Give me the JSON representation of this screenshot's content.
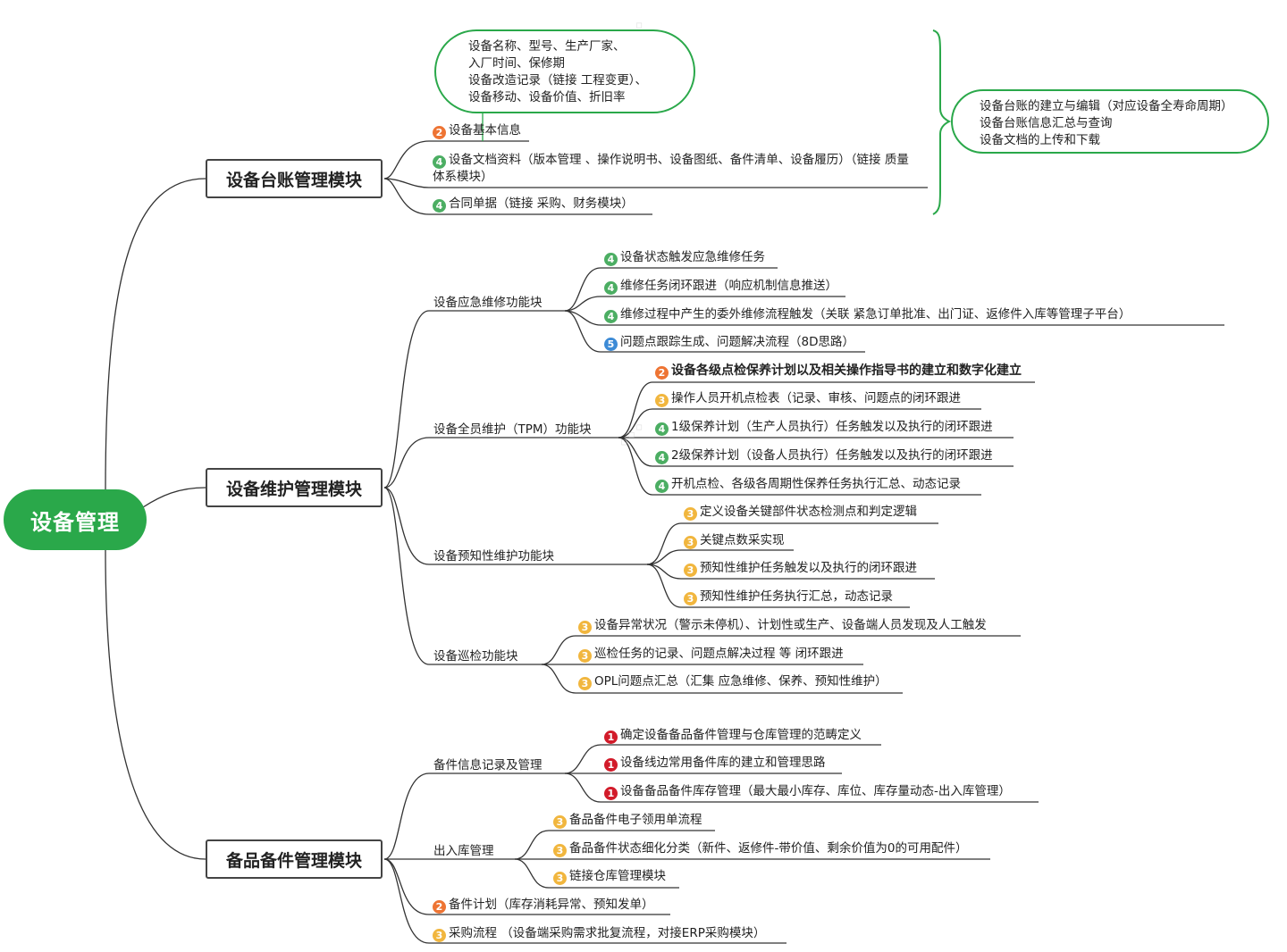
{
  "root": {
    "label": "设备管理"
  },
  "modules": [
    {
      "id": "ledger",
      "label": "设备台账管理模块"
    },
    {
      "id": "maintenance",
      "label": "设备维护管理模块"
    },
    {
      "id": "spares",
      "label": "备品备件管理模块"
    }
  ],
  "ledger": {
    "callout_lines": [
      "设备名称、型号、生产厂家、",
      "入厂时间、保修期",
      "设备改造记录（链接 工程变更）、",
      "设备移动、设备价值、折旧率"
    ],
    "summary_lines": [
      "设备台账的建立与编辑（对应设备全寿命周期）",
      "设备台账信息汇总与查询",
      "设备文档的上传和下载"
    ],
    "items": [
      {
        "priority": "2",
        "text": "设备基本信息"
      },
      {
        "priority": "4",
        "text": "设备文档资料（版本管理 、操作说明书、设备图纸、备件清单、设备履历）（链接 质量体系模块）"
      },
      {
        "priority": "4",
        "text": "合同单据（链接 采购、财务模块）"
      }
    ]
  },
  "maintenance": {
    "groups": [
      {
        "label": "设备应急维修功能块",
        "items": [
          {
            "priority": "4",
            "text": "设备状态触发应急维修任务"
          },
          {
            "priority": "4",
            "text": "维修任务闭环跟进（响应机制信息推送）"
          },
          {
            "priority": "4",
            "text": "维修过程中产生的委外维修流程触发（关联 紧急订单批准、出门证、返修件入库等管理子平台）"
          },
          {
            "priority": "5",
            "text": "问题点跟踪生成、问题解决流程（8D思路）"
          }
        ]
      },
      {
        "label": "设备全员维护（TPM）功能块",
        "items": [
          {
            "priority": "2",
            "text": "设备各级点检保养计划以及相关操作指导书的建立和数字化建立"
          },
          {
            "priority": "3",
            "text": "操作人员开机点检表（记录、审核、问题点的闭环跟进"
          },
          {
            "priority": "4",
            "text": "1级保养计划（生产人员执行）任务触发以及执行的闭环跟进"
          },
          {
            "priority": "4",
            "text": "2级保养计划（设备人员执行）任务触发以及执行的闭环跟进"
          },
          {
            "priority": "4",
            "text": "开机点检、各级各周期性保养任务执行汇总、动态记录"
          }
        ]
      },
      {
        "label": "设备预知性维护功能块",
        "items": [
          {
            "priority": "3",
            "text": "定义设备关键部件状态检测点和判定逻辑"
          },
          {
            "priority": "3",
            "text": "关键点数采实现"
          },
          {
            "priority": "3",
            "text": "预知性维护任务触发以及执行的闭环跟进"
          },
          {
            "priority": "3",
            "text": "预知性维护任务执行汇总，动态记录"
          }
        ]
      },
      {
        "label": "设备巡检功能块",
        "items": [
          {
            "priority": "3",
            "text": "设备异常状况（警示未停机）、计划性或生产、设备端人员发现及人工触发"
          },
          {
            "priority": "3",
            "text": "巡检任务的记录、问题点解决过程 等 闭环跟进"
          },
          {
            "priority": "3",
            "text": "OPL问题点汇总（汇集 应急维修、保养、预知性维护）"
          }
        ]
      }
    ]
  },
  "spares": {
    "groups": [
      {
        "label": "备件信息记录及管理",
        "items": [
          {
            "priority": "1",
            "text": "确定设备备品备件管理与仓库管理的范畴定义"
          },
          {
            "priority": "1",
            "text": "设备线边常用备件库的建立和管理思路"
          },
          {
            "priority": "1",
            "text": "设备备品备件库存管理（最大最小库存、库位、库存量动态-出入库管理）"
          }
        ]
      },
      {
        "label": "出入库管理",
        "items": [
          {
            "priority": "3",
            "text": "备品备件电子领用单流程"
          },
          {
            "priority": "3",
            "text": "备品备件状态细化分类（新件、返修件-带价值、剩余价值为0的可用配件）"
          },
          {
            "priority": "3",
            "text": "链接仓库管理模块"
          }
        ]
      }
    ],
    "items": [
      {
        "priority": "2",
        "text": "备件计划（库存消耗异常、预知发单）"
      },
      {
        "priority": "3",
        "text": "采购流程 （设备端采购需求批复流程，对接ERP采购模块）"
      }
    ]
  },
  "colors": {
    "root": "#2aa84a",
    "p1": "#d21b2a",
    "p2": "#ee7433",
    "p3": "#f1b63e",
    "p4": "#4cae63",
    "p5": "#3d8bd6"
  }
}
